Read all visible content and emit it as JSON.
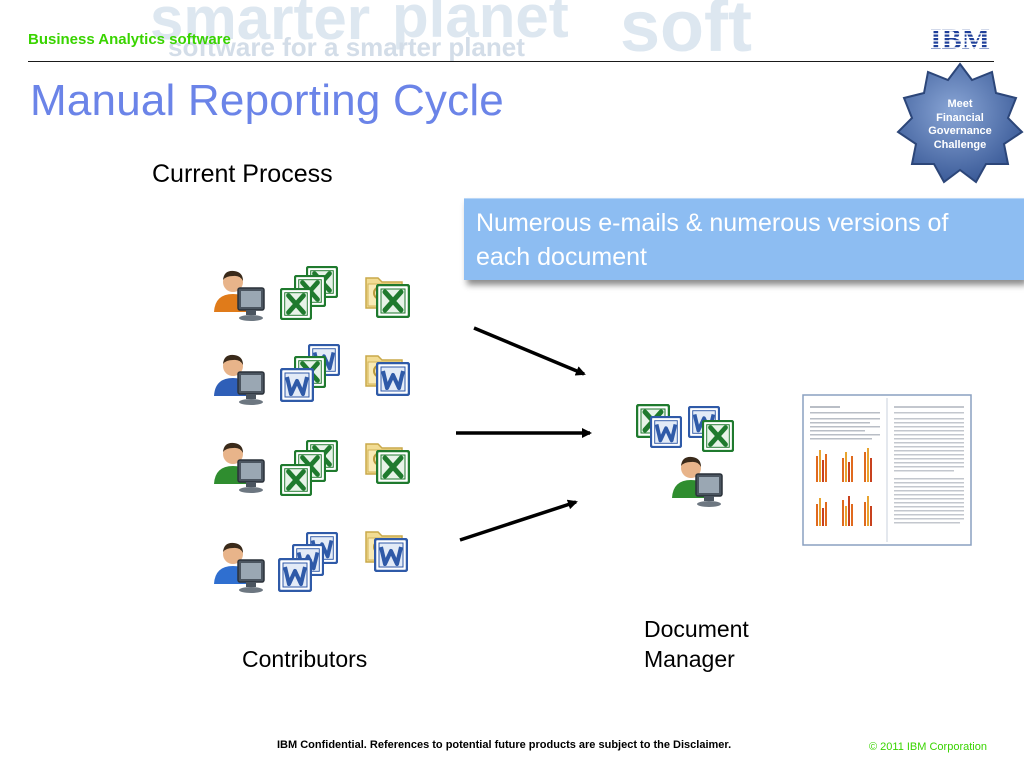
{
  "header": {
    "brand": "Business Analytics software",
    "logo_text": "IBM",
    "watermark": [
      "smarter",
      "planet",
      "software for a smarter planet",
      "soft"
    ]
  },
  "slide": {
    "title": "Manual Reporting Cycle",
    "badge": [
      "Meet",
      "Financial",
      "Governance",
      "Challenge"
    ],
    "subtitle": "Current Process",
    "callout": "Numerous e-mails & numerous versions of each document",
    "contributors_label": "Contributors",
    "manager_label_line1": "Document",
    "manager_label_line2": "Manager"
  },
  "footer": {
    "confidential": "IBM Confidential. References to potential future products are subject to the Disclaimer.",
    "copyright": "© 2011 IBM Corporation"
  },
  "colors": {
    "brand_green": "#39d400",
    "title_blue": "#6b84e8",
    "callout_blue": "#8dbdf2",
    "ibm_blue": "#1f3f99",
    "excel_green": "#1f7a2e",
    "word_blue": "#2f5aa8"
  },
  "icons": {
    "contributor": "user-computer-icon",
    "excel": "excel-document-icon",
    "word": "word-document-icon",
    "folder": "shared-folder-icon",
    "arrow": "arrow-right-icon",
    "report": "report-document-icon",
    "badge": "gear-icon"
  }
}
